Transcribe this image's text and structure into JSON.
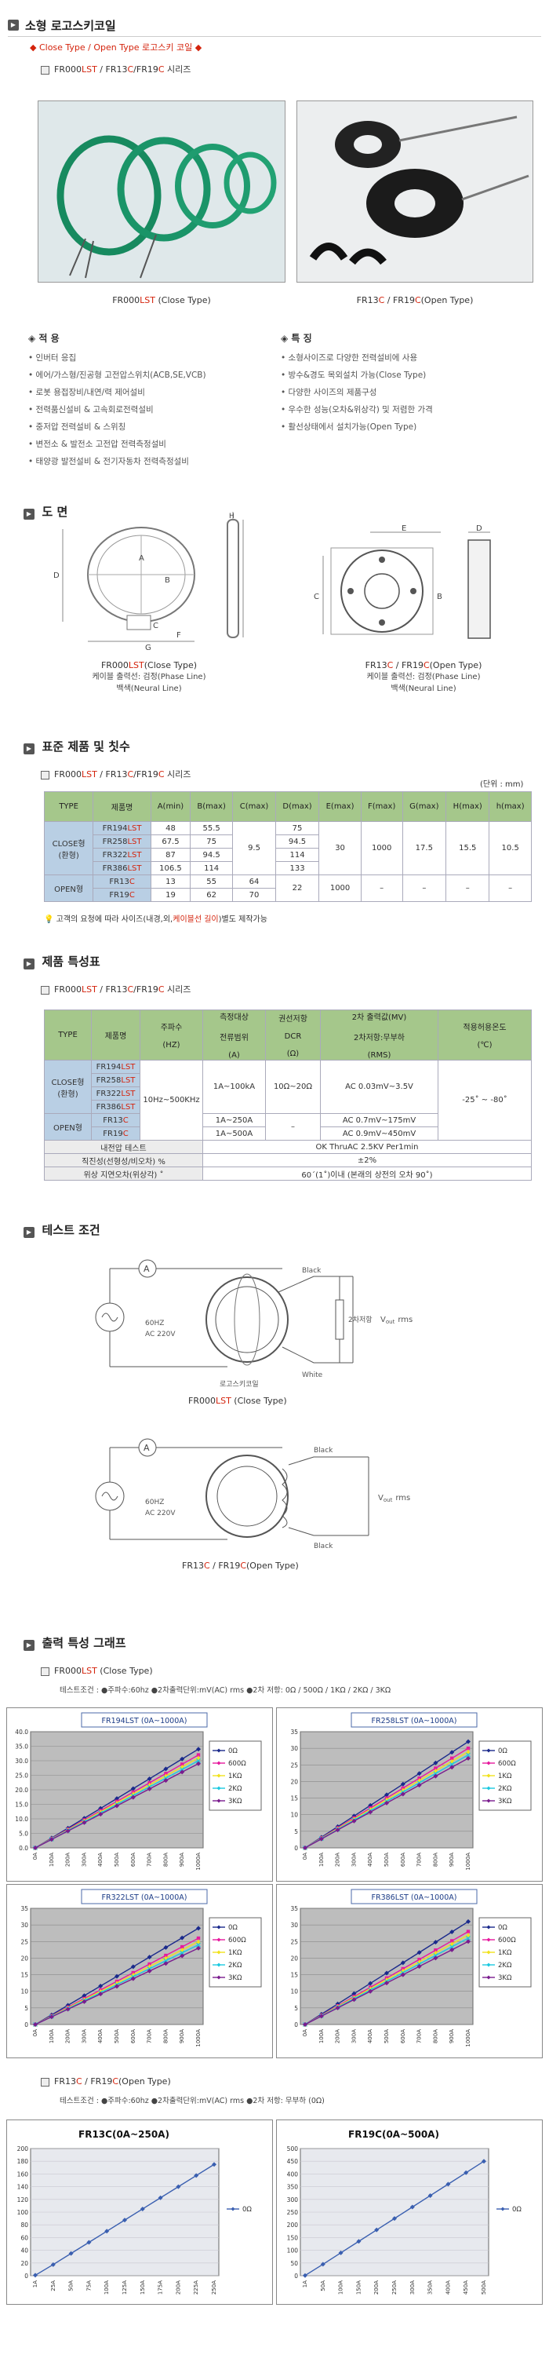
{
  "header": {
    "title": "소형 로고스키코일",
    "subtitle": "◆ Close Type / Open Type 로고스키 코일 ◆",
    "series_line": {
      "p1": "FR000",
      "p2": "LST",
      "p3": " / FR13",
      "p4": "C",
      "p5": "/FR19",
      "p6": "C",
      "p7": " 시리즈"
    }
  },
  "photos": {
    "left_caption": {
      "a": "FR000",
      "b": "LST",
      "c": " (Close Type)"
    },
    "right_caption": {
      "a": "FR13",
      "b": "C",
      "c": " / FR19",
      "d": "C",
      "e": "(Open Type)"
    }
  },
  "apps": {
    "title": "적  용",
    "items": [
      "인버터 응집",
      "에어/가스형/진공형 고전압스위치(ACB,SE,VCB)",
      "로봇 용접장비/내연/력 제어설비",
      "전력품신설비 & 고속회로전력설비",
      "중저압 전력설비 & 스위칭",
      "변전소 & 발전소 고전압 전력측정설비",
      "태양광 발전설비 & 전기자동차 전력측정설비"
    ]
  },
  "features": {
    "title": "특  징",
    "items": [
      "소형사이즈로 다양한 전력설비에 사용",
      "방수&경도 목외설치 가능(Close Type)",
      "다양한 사이즈의 제품구성",
      "우수한 성능(오차&위상각) 및 저렴한 가격",
      "활선상태에서 설치가능(Open Type)"
    ]
  },
  "drawing": {
    "section_title": "도  면",
    "left_caption": {
      "a": "FR000",
      "b": "LST",
      "c": "(Close Type)"
    },
    "right_caption": {
      "a": "FR13",
      "b": "C",
      "c": " / FR19",
      "d": "C",
      "e": "(Open Type)"
    },
    "cable_line1": "케이블 출력선: 검정(Phase Line)",
    "cable_line2": "백색(Neural Line)",
    "labels": {
      "a": "A",
      "b": "B",
      "c": "C",
      "d": "D",
      "e": "E",
      "f": "F",
      "g": "G",
      "h": "H"
    }
  },
  "std_table": {
    "section_title": "표준 제품 및 칫수",
    "unit": "(단위 : mm)",
    "headers": [
      "TYPE",
      "제품명",
      "A(min)",
      "B(max)",
      "C(max)",
      "D(max)",
      "E(max)",
      "F(max)",
      "G(max)",
      "H(max)",
      "h(max)"
    ],
    "close_label": "CLOSE형",
    "close_sub": "(환형)",
    "open_label": "OPEN형",
    "rows": [
      {
        "n1": "FR194",
        "n2": "LST",
        "a": "48",
        "b": "55.5",
        "d": "75"
      },
      {
        "n1": "FR258",
        "n2": "LST",
        "a": "67.5",
        "b": "75",
        "d": "94.5"
      },
      {
        "n1": "FR322",
        "n2": "LST",
        "a": "87",
        "b": "94.5",
        "d": "114"
      },
      {
        "n1": "FR386",
        "n2": "LST",
        "a": "106.5",
        "b": "114",
        "d": "133"
      },
      {
        "n1": "FR13",
        "n2": "C",
        "a": "13",
        "b": "55",
        "c": "64"
      },
      {
        "n1": "FR19",
        "n2": "C",
        "a": "19",
        "b": "62",
        "c": "70"
      }
    ],
    "c_close": "9.5",
    "e_close": "30",
    "f_close": "1000",
    "g_close": "17.5",
    "h_close": "15.5",
    "hh_close": "10.5",
    "d_open": "22",
    "e_open": "1000",
    "dash": "–",
    "note_a": "고객의 요청에 따라 사이즈(내경,외,",
    "note_b": "케이블선 길이",
    "note_c": ")별도 제작가능"
  },
  "perf_table": {
    "section_title": "제품 특성표",
    "headers": {
      "type": "TYPE",
      "name": "제품명",
      "freq": [
        "주파수",
        "(HZ)"
      ],
      "range": [
        "측정대상",
        "전류범위",
        "(A)"
      ],
      "dcr": [
        "권선저항",
        "DCR",
        "(Ω)"
      ],
      "out": [
        "2차 출력값(MV)",
        "2차저항:무부하",
        "(RMS)"
      ],
      "temp": [
        "적용허용온도",
        "(℃)"
      ]
    },
    "names": [
      [
        "FR194",
        "LST"
      ],
      [
        "FR258",
        "LST"
      ],
      [
        "FR322",
        "LST"
      ],
      [
        "FR386",
        "LST"
      ],
      [
        "FR13",
        "C"
      ],
      [
        "FR19",
        "C"
      ]
    ],
    "freq": "10Hz~500KHz",
    "range_close": "1A~100kA",
    "dcr_close": "10Ω~20Ω",
    "out_close": "AC 0.03mV~3.5V",
    "temp": "-25˚ ~ -80˚",
    "range_fr13": "1A~250A",
    "dcr_open": "–",
    "out_fr13": "AC 0.7mV~175mV",
    "range_fr19": "1A~500A",
    "out_fr19": "AC 0.9mV~450mV",
    "row_test_label": "내전압 테스트",
    "row_test_val": "OK ThruAC 2.5KV Per1min",
    "row_lin_label": "직진성(선형성/비오차) %",
    "row_lin_val": "±2%",
    "row_phase_label": "위상 지연오차(위상각) ˚",
    "row_phase_val": "60´(1˚)이내 (본래의 상전의 오차 90˚)"
  },
  "test": {
    "section_title": "테스트 조건",
    "src1": "60HZ",
    "src2": "AC  220V",
    "amp": "A",
    "black": "Black",
    "white": "White",
    "resistor": "2차저항",
    "vout": "V",
    "vout_sub": "out",
    "vout_unit": "rms",
    "coil_label": "로고스키코일",
    "cap1": {
      "a": "FR000",
      "b": "LST",
      "c": " (Close Type)"
    },
    "cap2": {
      "a": "FR13",
      "b": "C",
      "c": " / FR19",
      "d": "C",
      "e": "(Open Type)"
    }
  },
  "graphs": {
    "section_title": "출력 특성 그래프",
    "close_title": {
      "a": "FR000",
      "b": "LST",
      "c": " (Close Type)"
    },
    "close_cond": "테스트조건 : ●주파수:60hz  ●2차출력단위:mV(AC) rms  ●2차 저항: 0Ω / 500Ω / 1KΩ / 2KΩ / 3KΩ",
    "open_title": {
      "a": "FR13",
      "b": "C",
      "c": " / FR19",
      "d": "C",
      "e": "(Open Type)"
    },
    "open_cond": "테스트조건 : ●주파수:60hz  ●2차출력단위:mV(AC) rms  ●2차 저항: 무부하 (0Ω)"
  },
  "chart_data": [
    {
      "type": "line",
      "title": "FR194LST  (0A~1000A)",
      "categories": [
        "0A",
        "100A",
        "200A",
        "300A",
        "400A",
        "500A",
        "600A",
        "700A",
        "800A",
        "900A",
        "1000A"
      ],
      "ylim": [
        0,
        40
      ],
      "yticks": [
        "0.0",
        "5.0",
        "10.0",
        "15.0",
        "20.0",
        "25.0",
        "30.0",
        "35.0",
        "40.0"
      ],
      "series": [
        {
          "name": "0Ω",
          "color": "#1b2a8c",
          "values": [
            0,
            3.4,
            6.8,
            10.2,
            13.6,
            17,
            20.4,
            23.8,
            27.2,
            30.6,
            34
          ]
        },
        {
          "name": "600Ω",
          "color": "#e6199e",
          "values": [
            0,
            3.2,
            6.4,
            9.6,
            12.8,
            16,
            19.2,
            22.4,
            25.6,
            28.8,
            32
          ]
        },
        {
          "name": "1KΩ",
          "color": "#f1e21c",
          "values": [
            0,
            3.1,
            6.2,
            9.3,
            12.4,
            15.5,
            18.6,
            21.7,
            24.8,
            27.9,
            31
          ]
        },
        {
          "name": "2KΩ",
          "color": "#1bc9e0",
          "values": [
            0,
            3.0,
            6.0,
            9.0,
            12.0,
            15.0,
            18.0,
            21.0,
            24.0,
            27.0,
            30
          ]
        },
        {
          "name": "3KΩ",
          "color": "#7a1c8e",
          "values": [
            0,
            2.9,
            5.8,
            8.7,
            11.6,
            14.5,
            17.4,
            20.3,
            23.2,
            26.1,
            29
          ]
        }
      ]
    },
    {
      "type": "line",
      "title": "FR258LST  (0A~1000A)",
      "categories": [
        "0A",
        "100A",
        "200A",
        "300A",
        "400A",
        "500A",
        "600A",
        "700A",
        "800A",
        "900A",
        "1000A"
      ],
      "ylim": [
        0,
        35
      ],
      "yticks": [
        "0",
        "5",
        "10",
        "15",
        "20",
        "25",
        "30",
        "35"
      ],
      "series": [
        {
          "name": "0Ω",
          "color": "#1b2a8c",
          "values": [
            0,
            3.2,
            6.4,
            9.6,
            12.8,
            16,
            19.2,
            22.4,
            25.6,
            28.8,
            32
          ]
        },
        {
          "name": "600Ω",
          "color": "#e6199e",
          "values": [
            0,
            3.0,
            6.0,
            9.0,
            12.0,
            15,
            18,
            21,
            24,
            27,
            30
          ]
        },
        {
          "name": "1KΩ",
          "color": "#f1e21c",
          "values": [
            0,
            2.9,
            5.8,
            8.7,
            11.6,
            14.5,
            17.4,
            20.3,
            23.2,
            26.1,
            29
          ]
        },
        {
          "name": "2KΩ",
          "color": "#1bc9e0",
          "values": [
            0,
            2.8,
            5.6,
            8.4,
            11.2,
            14,
            16.8,
            19.6,
            22.4,
            25.2,
            28
          ]
        },
        {
          "name": "3KΩ",
          "color": "#7a1c8e",
          "values": [
            0,
            2.7,
            5.4,
            8.1,
            10.8,
            13.5,
            16.2,
            18.9,
            21.6,
            24.3,
            27
          ]
        }
      ]
    },
    {
      "type": "line",
      "title": "FR322LST  (0A~1000A)",
      "categories": [
        "0A",
        "100A",
        "200A",
        "300A",
        "400A",
        "500A",
        "600A",
        "700A",
        "800A",
        "900A",
        "1000A"
      ],
      "ylim": [
        0,
        35
      ],
      "yticks": [
        "0",
        "5",
        "10",
        "15",
        "20",
        "25",
        "30",
        "35"
      ],
      "series": [
        {
          "name": "0Ω",
          "color": "#1b2a8c",
          "values": [
            0,
            2.9,
            5.8,
            8.7,
            11.6,
            14.5,
            17.4,
            20.3,
            23.2,
            26.1,
            29
          ]
        },
        {
          "name": "600Ω",
          "color": "#e6199e",
          "values": [
            0,
            2.6,
            5.2,
            7.8,
            10.4,
            13,
            15.6,
            18.2,
            20.8,
            23.4,
            26
          ]
        },
        {
          "name": "1KΩ",
          "color": "#f1e21c",
          "values": [
            0,
            2.5,
            5.0,
            7.5,
            10.0,
            12.5,
            15,
            17.5,
            20,
            22.5,
            25
          ]
        },
        {
          "name": "2KΩ",
          "color": "#1bc9e0",
          "values": [
            0,
            2.4,
            4.8,
            7.2,
            9.6,
            12,
            14.4,
            16.8,
            19.2,
            21.6,
            24
          ]
        },
        {
          "name": "3KΩ",
          "color": "#7a1c8e",
          "values": [
            0,
            2.3,
            4.6,
            6.9,
            9.2,
            11.5,
            13.8,
            16.1,
            18.4,
            20.7,
            23
          ]
        }
      ]
    },
    {
      "type": "line",
      "title": "FR386LST  (0A~1000A)",
      "categories": [
        "0A",
        "100A",
        "200A",
        "300A",
        "400A",
        "500A",
        "600A",
        "700A",
        "800A",
        "900A",
        "1000A"
      ],
      "ylim": [
        0,
        35
      ],
      "yticks": [
        "0",
        "5",
        "10",
        "15",
        "20",
        "25",
        "30",
        "35"
      ],
      "series": [
        {
          "name": "0Ω",
          "color": "#1b2a8c",
          "values": [
            0,
            3.1,
            6.2,
            9.3,
            12.4,
            15.5,
            18.6,
            21.7,
            24.8,
            27.9,
            31
          ]
        },
        {
          "name": "600Ω",
          "color": "#e6199e",
          "values": [
            0,
            2.8,
            5.6,
            8.4,
            11.2,
            14,
            16.8,
            19.6,
            22.4,
            25.2,
            28
          ]
        },
        {
          "name": "1KΩ",
          "color": "#f1e21c",
          "values": [
            0,
            2.7,
            5.4,
            8.1,
            10.8,
            13.5,
            16.2,
            18.9,
            21.6,
            24.3,
            27
          ]
        },
        {
          "name": "2KΩ",
          "color": "#1bc9e0",
          "values": [
            0,
            2.6,
            5.2,
            7.8,
            10.4,
            13,
            15.6,
            18.2,
            20.8,
            23.4,
            26
          ]
        },
        {
          "name": "3KΩ",
          "color": "#7a1c8e",
          "values": [
            0,
            2.5,
            5.0,
            7.5,
            10.0,
            12.5,
            15,
            17.5,
            20,
            22.5,
            25
          ]
        }
      ]
    },
    {
      "type": "line",
      "title": "FR13C(0A~250A)",
      "categories": [
        "1A",
        "25A",
        "50A",
        "75A",
        "100A",
        "125A",
        "150A",
        "175A",
        "200A",
        "225A",
        "250A"
      ],
      "ylim": [
        0,
        200
      ],
      "yticks": [
        "0",
        "20",
        "40",
        "60",
        "80",
        "100",
        "120",
        "140",
        "160",
        "180",
        "200"
      ],
      "series": [
        {
          "name": "0Ω",
          "color": "#3a5fb0",
          "values": [
            0.7,
            17.5,
            35,
            52.5,
            70,
            87.5,
            105,
            122.5,
            140,
            157.5,
            175
          ]
        }
      ]
    },
    {
      "type": "line",
      "title": "FR19C(0A~500A)",
      "categories": [
        "1A",
        "50A",
        "100A",
        "150A",
        "200A",
        "250A",
        "300A",
        "350A",
        "400A",
        "450A",
        "500A"
      ],
      "ylim": [
        0,
        500
      ],
      "yticks": [
        "0",
        "50",
        "100",
        "150",
        "200",
        "250",
        "300",
        "350",
        "400",
        "450",
        "500"
      ],
      "series": [
        {
          "name": "0Ω",
          "color": "#3a5fb0",
          "values": [
            0.9,
            45,
            90,
            135,
            180,
            225,
            270,
            315,
            360,
            405,
            450
          ]
        }
      ]
    }
  ]
}
